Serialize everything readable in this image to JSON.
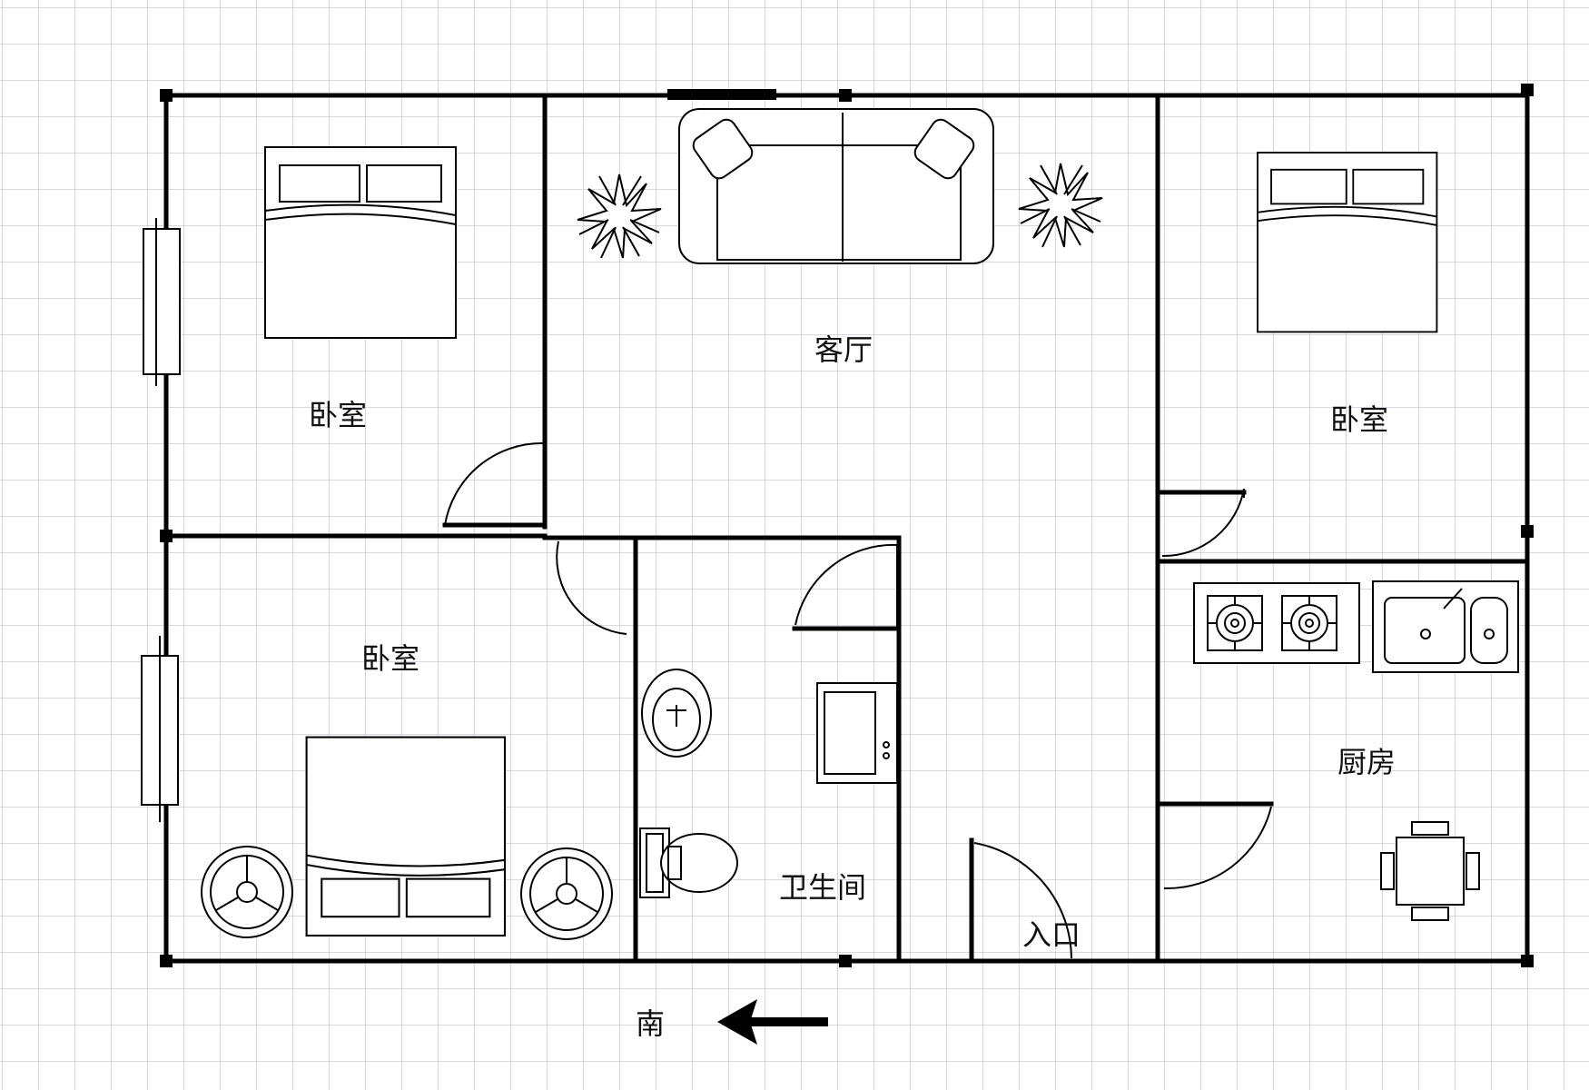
{
  "plan": {
    "rooms": {
      "bedroom_nw": "卧室",
      "living_room": "客厅",
      "bedroom_ne": "卧室",
      "bedroom_sw": "卧室",
      "bathroom": "卫生间",
      "kitchen": "厨房",
      "entrance": "入口"
    },
    "compass_label": "南",
    "colors": {
      "grid": "#c9ced6",
      "wall": "#000000",
      "background": "#ffffff"
    }
  }
}
